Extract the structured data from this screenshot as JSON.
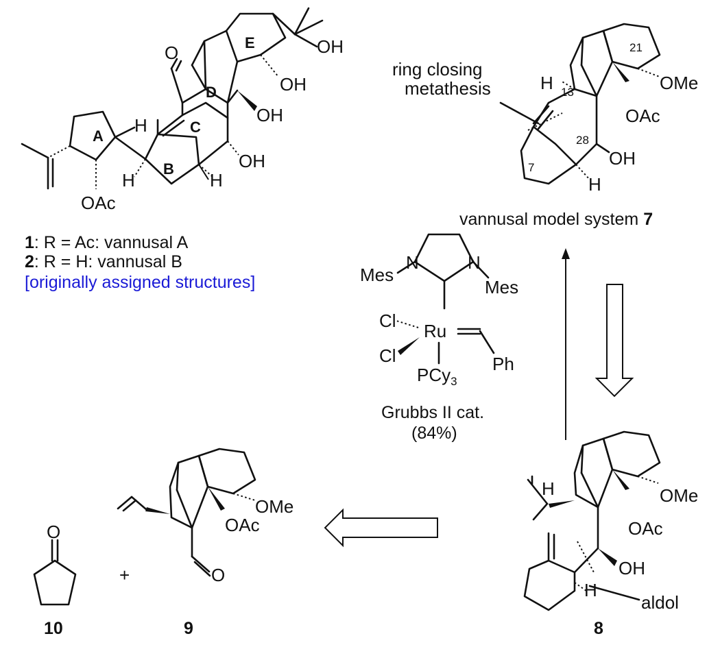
{
  "compound_labels": {
    "c1_caption_num": "1",
    "c1_caption_text": ": R = Ac: vannusal A",
    "c2_caption_num": "2",
    "c2_caption_text": ": R = H:   vannusal B",
    "assignment_note": "[originally assigned structures]",
    "model_system_text": "vannusal model system ",
    "model_system_num": "7",
    "cmpd8": "8",
    "cmpd9": "9",
    "cmpd10": "10"
  },
  "ring_letters": {
    "A": "A",
    "B": "B",
    "C": "C",
    "D": "D",
    "E": "E"
  },
  "atoms": {
    "O": "O",
    "OH": "OH",
    "OAc": "OAc",
    "OMe": "OMe",
    "H": "H",
    "Mes": "Mes",
    "N": "N",
    "Cl": "Cl",
    "Ru": "Ru",
    "PCy": "PCy",
    "sub3": "3",
    "Ph": "Ph"
  },
  "locants": {
    "n21": "21",
    "n13": "13",
    "n28": "28",
    "n7": "7"
  },
  "annotations": {
    "rcm_line1": "ring closing",
    "rcm_line2": "metathesis",
    "aldol": "aldol",
    "plus": "+"
  },
  "catalyst": {
    "name": "Grubbs II cat.",
    "yield": "(84%)"
  },
  "colors": {
    "note": "#1a1ad6",
    "ink": "#111111"
  }
}
